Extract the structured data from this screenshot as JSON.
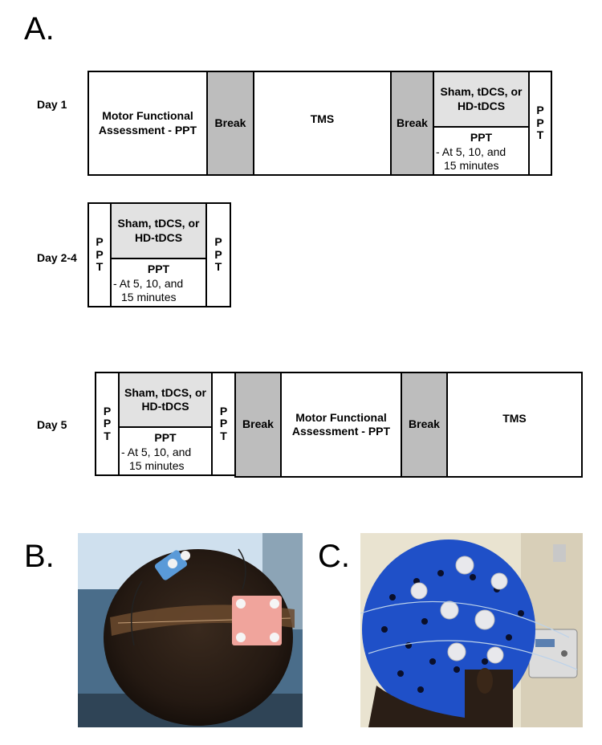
{
  "panels": {
    "a": "A.",
    "b": "B.",
    "c": "C."
  },
  "days": {
    "day1": "Day 1",
    "day24": "Day 2-4",
    "day5": "Day 5"
  },
  "segments": {
    "motor": "Motor Functional Assessment - PPT",
    "break": "Break",
    "tms": "TMS",
    "stim": "Sham, tDCS, or HD-tDCS",
    "ppt_title": "PPT",
    "ppt_sub_1": "- At 5, 10, and",
    "ppt_sub_2": "15 minutes",
    "ppt_vertical": [
      "P",
      "P",
      "T"
    ]
  },
  "images": {
    "b_icon": "head-with-electrodes-photo",
    "c_icon": "eeg-cap-photo"
  }
}
